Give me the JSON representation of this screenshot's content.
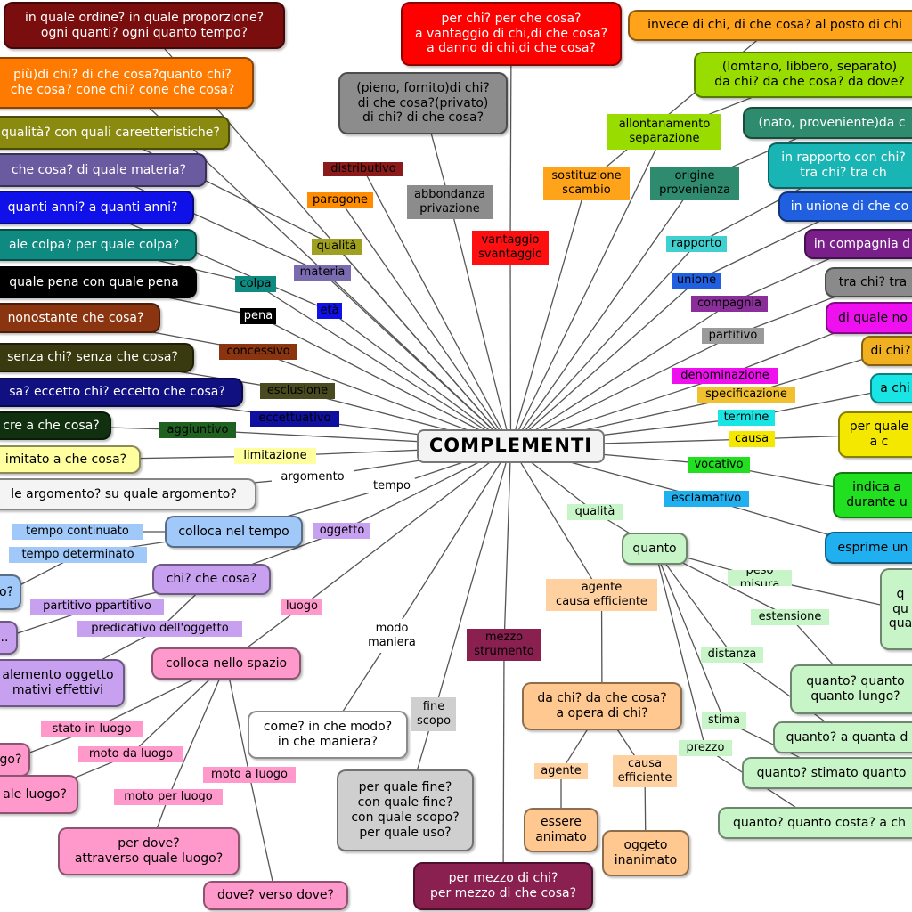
{
  "center": "COMPLEMENTI",
  "nodes": [
    {
      "id": "q-ordine",
      "text": "in quale ordine? in quale proporzione?\nogni quanti? ogni quanto tempo?",
      "bg": "#7a0e0e",
      "fg": "#ffffff",
      "kind": "box"
    },
    {
      "id": "q-vantaggio",
      "text": "per chi? per che cosa?\na vantaggio di chi,di che cosa?\na danno di chi,di che cosa?",
      "bg": "#ff0000",
      "fg": "#ffffff",
      "kind": "box"
    },
    {
      "id": "q-sostituzione",
      "text": "invece di chi, di che cosa? al posto di chi",
      "bg": "#ffa31a",
      "fg": "#000000",
      "kind": "box"
    },
    {
      "id": "q-paragone",
      "text": "più)di chi? di che cosa?quanto chi?\nche cosa? cone chi? cone che cosa?",
      "bg": "#ff7a00",
      "fg": "#ffffff",
      "kind": "box"
    },
    {
      "id": "q-abbondanza",
      "text": "(pieno, fornito)di chi?\ndi che cosa?(privato)\ndi chi? di che cosa?",
      "bg": "#8c8c8c",
      "fg": "#000000",
      "kind": "box"
    },
    {
      "id": "q-allontanamento",
      "text": "(lomtano, libbero, separato)\nda chi? da che cosa? da dove?",
      "bg": "#99dd00",
      "fg": "#000000",
      "kind": "box"
    },
    {
      "id": "q-origine",
      "text": "(nato, proveniente)da c",
      "bg": "#2e8b6e",
      "fg": "#ffffff",
      "kind": "box"
    },
    {
      "id": "q-qualita",
      "text": "qualità? con quali careetteristiche?",
      "bg": "#8a8a10",
      "fg": "#ffffff",
      "kind": "box"
    },
    {
      "id": "q-rapporto",
      "text": "in rapporto con chi?\ntra chi? tra ch",
      "bg": "#19b5b5",
      "fg": "#ffffff",
      "kind": "box"
    },
    {
      "id": "q-materia",
      "text": "che cosa? di quale materia?",
      "bg": "#6a5aa0",
      "fg": "#ffffff",
      "kind": "box"
    },
    {
      "id": "q-unione",
      "text": "in unione di che co",
      "bg": "#2060e0",
      "fg": "#ffffff",
      "kind": "box"
    },
    {
      "id": "q-eta",
      "text": "quanti anni? a quanti anni?",
      "bg": "#1010e8",
      "fg": "#ffffff",
      "kind": "box"
    },
    {
      "id": "q-compagnia",
      "text": "in compagnia d",
      "bg": "#7a1f8a",
      "fg": "#ffffff",
      "kind": "box"
    },
    {
      "id": "q-colpa",
      "text": "ale colpa? per quale colpa?",
      "bg": "#0e8a80",
      "fg": "#ffffff",
      "kind": "box"
    },
    {
      "id": "q-partitivo",
      "text": "tra chi? tra",
      "bg": "#8a8a8a",
      "fg": "#000000",
      "kind": "box"
    },
    {
      "id": "q-pena",
      "text": "quale pena con quale pena",
      "bg": "#000000",
      "fg": "#ffffff",
      "kind": "box"
    },
    {
      "id": "q-denominazione",
      "text": "di quale no",
      "bg": "#ee10ee",
      "fg": "#000000",
      "kind": "box"
    },
    {
      "id": "q-concessivo",
      "text": "nonostante che cosa?",
      "bg": "#8a3510",
      "fg": "#ffffff",
      "kind": "box"
    },
    {
      "id": "q-specificazione",
      "text": "di chi?",
      "bg": "#f0b020",
      "fg": "#000000",
      "kind": "box"
    },
    {
      "id": "q-esclusione",
      "text": "senza chi? senza che cosa?",
      "bg": "#3a3a10",
      "fg": "#ffffff",
      "kind": "box"
    },
    {
      "id": "q-termine",
      "text": "a chi",
      "bg": "#19e5e5",
      "fg": "#000000",
      "kind": "box"
    },
    {
      "id": "q-eccettuativo",
      "text": "sa? eccetto chi? eccetto che cosa?",
      "bg": "#101080",
      "fg": "#ffffff",
      "kind": "box"
    },
    {
      "id": "q-causa",
      "text": "per quale\na c",
      "bg": "#f5e800",
      "fg": "#000000",
      "kind": "box"
    },
    {
      "id": "q-aggiuntivo",
      "text": "cre a che cosa?",
      "bg": "#103010",
      "fg": "#ffffff",
      "kind": "box"
    },
    {
      "id": "q-vocativo",
      "text": "indica a\ndurante u",
      "bg": "#20e020",
      "fg": "#000000",
      "kind": "box"
    },
    {
      "id": "q-limitazione",
      "text": "imitato a che cosa?",
      "bg": "#ffffa0",
      "fg": "#000000",
      "kind": "box"
    },
    {
      "id": "q-argomento",
      "text": "le argomento? su quale argomento?",
      "bg": "#f4f4f4",
      "fg": "#000000",
      "kind": "box"
    },
    {
      "id": "q-esclamativo",
      "text": "esprime un",
      "bg": "#20b0f0",
      "fg": "#000000",
      "kind": "box"
    },
    {
      "id": "tempo-continuato",
      "text": "tempo continuato",
      "bg": "#a0c8f8",
      "fg": "#000000",
      "kind": "lbl"
    },
    {
      "id": "colloca-tempo",
      "text": "colloca nel tempo",
      "bg": "#a0c8f8",
      "fg": "#000000",
      "kind": "box"
    },
    {
      "id": "tempo-determinato",
      "text": "tempo determinato",
      "bg": "#a0c8f8",
      "fg": "#000000",
      "kind": "lbl"
    },
    {
      "id": "q-quando",
      "text": "o?",
      "bg": "#a0c8f8",
      "fg": "#000000",
      "kind": "box"
    },
    {
      "id": "q-quanto-misura",
      "text": "q\nqu\nqua",
      "bg": "#c8f5c8",
      "fg": "#000000",
      "kind": "box"
    },
    {
      "id": "chi-che-cosa",
      "text": "chi? che cosa?",
      "bg": "#c8a0f0",
      "fg": "#000000",
      "kind": "box"
    },
    {
      "id": "partitivo-ppartitivo",
      "text": "partitivo ppartitivo",
      "bg": "#c8a0f0",
      "fg": "#000000",
      "kind": "lbl"
    },
    {
      "id": "q-partitivo-sx",
      "text": "..",
      "bg": "#c8a0f0",
      "fg": "#000000",
      "kind": "box"
    },
    {
      "id": "predicativo",
      "text": "predicativo dell'oggetto",
      "bg": "#c8a0f0",
      "fg": "#000000",
      "kind": "lbl"
    },
    {
      "id": "q-predicativo",
      "text": "alemento oggetto\nmativi effettivi",
      "bg": "#c8a0f0",
      "fg": "#000000",
      "kind": "box"
    },
    {
      "id": "colloca-spazio",
      "text": "colloca nello spazio",
      "bg": "#ff99cc",
      "fg": "#000000",
      "kind": "box"
    },
    {
      "id": "stato-luogo",
      "text": "stato in luogo",
      "bg": "#ff99cc",
      "fg": "#000000",
      "kind": "lbl"
    },
    {
      "id": "q-stato",
      "text": "go?",
      "bg": "#ff99cc",
      "fg": "#000000",
      "kind": "box"
    },
    {
      "id": "moto-da-luogo",
      "text": "moto da luogo",
      "bg": "#ff99cc",
      "fg": "#000000",
      "kind": "lbl"
    },
    {
      "id": "q-moto-da",
      "text": "ale luogo?",
      "bg": "#ff99cc",
      "fg": "#000000",
      "kind": "box"
    },
    {
      "id": "moto-a-luogo",
      "text": "moto a luogo",
      "bg": "#ff99cc",
      "fg": "#000000",
      "kind": "lbl"
    },
    {
      "id": "moto-per-luogo",
      "text": "moto per luogo",
      "bg": "#ff99cc",
      "fg": "#000000",
      "kind": "lbl"
    },
    {
      "id": "q-moto-per",
      "text": "per dove?\nattraverso quale luogo?",
      "bg": "#ff99cc",
      "fg": "#000000",
      "kind": "box"
    },
    {
      "id": "q-moto-a",
      "text": "dove? verso dove?",
      "bg": "#ff99cc",
      "fg": "#000000",
      "kind": "box"
    },
    {
      "id": "q-modo",
      "text": "come? in che modo?\nin che maniera?",
      "bg": "#ffffff",
      "fg": "#000000",
      "kind": "box"
    },
    {
      "id": "q-fine",
      "text": "per quale fine?\ncon quale fine?\ncon quale scopo?\nper quale uso?",
      "bg": "#cfcfcf",
      "fg": "#000000",
      "kind": "box"
    },
    {
      "id": "q-mezzo",
      "text": "per mezzo di chi?\nper mezzo di che cosa?",
      "bg": "#8a2050",
      "fg": "#ffffff",
      "kind": "box"
    },
    {
      "id": "agente-causa",
      "text": "agente\ncausa efficiente",
      "bg": "#ffd0a0",
      "fg": "#000000",
      "kind": "lbl"
    },
    {
      "id": "q-agente",
      "text": "da chi? da che cosa?\na opera di chi?",
      "bg": "#ffc890",
      "fg": "#000000",
      "kind": "box"
    },
    {
      "id": "agente",
      "text": "agente",
      "bg": "#ffd0a0",
      "fg": "#000000",
      "kind": "lbl"
    },
    {
      "id": "causa-efficiente",
      "text": "causa\nefficiente",
      "bg": "#ffd0a0",
      "fg": "#000000",
      "kind": "lbl"
    },
    {
      "id": "essere-animato",
      "text": "essere\nanimato",
      "bg": "#ffc890",
      "fg": "#000000",
      "kind": "box"
    },
    {
      "id": "oggeto-inanimato",
      "text": "oggeto\ninanimato",
      "bg": "#ffc890",
      "fg": "#000000",
      "kind": "box"
    },
    {
      "id": "quanto",
      "text": "quanto",
      "bg": "#c8f5c8",
      "fg": "#000000",
      "kind": "box"
    },
    {
      "id": "q-estensione",
      "text": "quanto? quanto\nquanto lungo?",
      "bg": "#c8f5c8",
      "fg": "#000000",
      "kind": "box"
    },
    {
      "id": "q-distanza",
      "text": "quanto? a quanta d",
      "bg": "#c8f5c8",
      "fg": "#000000",
      "kind": "box"
    },
    {
      "id": "q-stima",
      "text": "quanto? stimato quanto",
      "bg": "#c8f5c8",
      "fg": "#000000",
      "kind": "box"
    },
    {
      "id": "q-prezzo",
      "text": "quanto? quanto costa? a ch",
      "bg": "#c8f5c8",
      "fg": "#000000",
      "kind": "box"
    }
  ],
  "labels": [
    {
      "id": "distributivo",
      "text": "distributivo",
      "bg": "#8b1a1a",
      "fg": "#000000"
    },
    {
      "id": "paragone",
      "text": "paragone",
      "bg": "#ff8c00",
      "fg": "#000000"
    },
    {
      "id": "abbondanza-privazione",
      "text": "abbondanza\nprivazione",
      "bg": "#8c8c8c",
      "fg": "#000000"
    },
    {
      "id": "vantaggio-svantaggio",
      "text": "vantaggio\nsvantaggio",
      "bg": "#ff1010",
      "fg": "#000000"
    },
    {
      "id": "sostituzione-scambio",
      "text": "sostituzione\nscambio",
      "bg": "#ffa31a",
      "fg": "#000000"
    },
    {
      "id": "allontanamento-separazione",
      "text": "allontanamento\nseparazione",
      "bg": "#99dd00",
      "fg": "#000000"
    },
    {
      "id": "origine-provenienza",
      "text": "origine\nprovenienza",
      "bg": "#2e8b6e",
      "fg": "#000000"
    },
    {
      "id": "qualita-lbl",
      "text": "qualità",
      "bg": "#a0a020",
      "fg": "#000000"
    },
    {
      "id": "materia",
      "text": "materia",
      "bg": "#7a6ab0",
      "fg": "#000000"
    },
    {
      "id": "eta",
      "text": "età",
      "bg": "#1010e8",
      "fg": "#000000"
    },
    {
      "id": "rapporto",
      "text": "rapporto",
      "bg": "#40d0d0",
      "fg": "#000000"
    },
    {
      "id": "colpa",
      "text": "colpa",
      "bg": "#0e8a80",
      "fg": "#000000"
    },
    {
      "id": "unione",
      "text": "unione",
      "bg": "#2060e0",
      "fg": "#000000"
    },
    {
      "id": "compagnia",
      "text": "compagnia",
      "bg": "#8a2f9a",
      "fg": "#000000"
    },
    {
      "id": "pena",
      "text": "pena",
      "bg": "#000000",
      "fg": "#ffffff"
    },
    {
      "id": "partitivo-lbl",
      "text": "partitivo",
      "bg": "#9a9a9a",
      "fg": "#000000"
    },
    {
      "id": "concessivo",
      "text": "concessivo",
      "bg": "#8a3510",
      "fg": "#000000"
    },
    {
      "id": "denominazione",
      "text": "denominazione",
      "bg": "#ee10ee",
      "fg": "#000000"
    },
    {
      "id": "specificazione",
      "text": "specificazione",
      "bg": "#f0c030",
      "fg": "#000000"
    },
    {
      "id": "esclusione",
      "text": "esclusione",
      "bg": "#4a4a20",
      "fg": "#000000"
    },
    {
      "id": "termine",
      "text": "termine",
      "bg": "#19e5e5",
      "fg": "#000000"
    },
    {
      "id": "eccettuativo",
      "text": "eccettuativo",
      "bg": "#1010a0",
      "fg": "#000000"
    },
    {
      "id": "causa-lbl",
      "text": "causa",
      "bg": "#f5e800",
      "fg": "#000000"
    },
    {
      "id": "aggiuntivo",
      "text": "aggiuntivo",
      "bg": "#206020",
      "fg": "#000000"
    },
    {
      "id": "vocativo",
      "text": "vocativo",
      "bg": "#20e020",
      "fg": "#000000"
    },
    {
      "id": "limitazione",
      "text": "limitazione",
      "bg": "#ffffa0",
      "fg": "#000000"
    },
    {
      "id": "esclamativo",
      "text": "esclamativo",
      "bg": "#20b0f0",
      "fg": "#000000"
    },
    {
      "id": "argomento",
      "text": "argomento",
      "bg": "#ffffff",
      "fg": "#000000"
    },
    {
      "id": "tempo",
      "text": "tempo",
      "bg": "#ffffff",
      "fg": "#000000"
    },
    {
      "id": "oggetto",
      "text": "oggetto",
      "bg": "#c8a0f0",
      "fg": "#000000"
    },
    {
      "id": "qualita-quanto",
      "text": "qualità",
      "bg": "#c8f5c8",
      "fg": "#000000"
    },
    {
      "id": "luogo",
      "text": "luogo",
      "bg": "#ff99cc",
      "fg": "#000000"
    },
    {
      "id": "modo-maniera",
      "text": "modo\nmaniera",
      "bg": "#ffffff",
      "fg": "#000000"
    },
    {
      "id": "mezzo-strumento",
      "text": "mezzo\nstrumento",
      "bg": "#8a2050",
      "fg": "#000000"
    },
    {
      "id": "fine-scopo",
      "text": "fine\nscopo",
      "bg": "#cfcfcf",
      "fg": "#000000"
    },
    {
      "id": "peso-misura",
      "text": "peso misura",
      "bg": "#c8f5c8",
      "fg": "#000000"
    },
    {
      "id": "estensione",
      "text": "estensione",
      "bg": "#c8f5c8",
      "fg": "#000000"
    },
    {
      "id": "distanza",
      "text": "distanza",
      "bg": "#c8f5c8",
      "fg": "#000000"
    },
    {
      "id": "stima",
      "text": "stima",
      "bg": "#c8f5c8",
      "fg": "#000000"
    },
    {
      "id": "prezzo",
      "text": "prezzo",
      "bg": "#c8f5c8",
      "fg": "#000000"
    }
  ],
  "edges": [
    [
      "center",
      "q-ordine"
    ],
    [
      "center",
      "distributivo"
    ],
    [
      "center",
      "paragone"
    ],
    [
      "center",
      "q-paragone"
    ],
    [
      "center",
      "abbondanza-privazione"
    ],
    [
      "center",
      "vantaggio-svantaggio"
    ],
    [
      "center",
      "sostituzione-scambio"
    ],
    [
      "center",
      "allontanamento-separazione"
    ],
    [
      "center",
      "origine-provenienza"
    ],
    [
      "center",
      "qualita-lbl"
    ],
    [
      "center",
      "materia"
    ],
    [
      "center",
      "eta"
    ],
    [
      "center",
      "rapporto"
    ],
    [
      "center",
      "colpa"
    ],
    [
      "center",
      "unione"
    ],
    [
      "center",
      "compagnia"
    ],
    [
      "center",
      "pena"
    ],
    [
      "center",
      "partitivo-lbl"
    ],
    [
      "center",
      "concessivo"
    ],
    [
      "center",
      "denominazione"
    ],
    [
      "center",
      "specificazione"
    ],
    [
      "center",
      "esclusione"
    ],
    [
      "center",
      "termine"
    ],
    [
      "center",
      "eccettuativo"
    ],
    [
      "center",
      "causa-lbl"
    ],
    [
      "center",
      "aggiuntivo"
    ],
    [
      "center",
      "vocativo"
    ],
    [
      "center",
      "limitazione"
    ],
    [
      "center",
      "esclamativo"
    ],
    [
      "center",
      "argomento"
    ],
    [
      "center",
      "tempo"
    ],
    [
      "center",
      "oggetto"
    ],
    [
      "center",
      "qualita-quanto"
    ],
    [
      "center",
      "luogo"
    ],
    [
      "center",
      "modo-maniera"
    ],
    [
      "center",
      "mezzo-strumento"
    ],
    [
      "center",
      "fine-scopo"
    ],
    [
      "center",
      "agente-causa"
    ],
    [
      "abbondanza-privazione",
      "q-abbondanza"
    ],
    [
      "vantaggio-svantaggio",
      "q-vantaggio"
    ],
    [
      "sostituzione-scambio",
      "q-sostituzione"
    ],
    [
      "allontanamento-separazione",
      "q-allontanamento"
    ],
    [
      "origine-provenienza",
      "q-origine"
    ],
    [
      "qualita-lbl",
      "q-qualita"
    ],
    [
      "materia",
      "q-materia"
    ],
    [
      "eta",
      "q-eta"
    ],
    [
      "rapporto",
      "q-rapporto"
    ],
    [
      "colpa",
      "q-colpa"
    ],
    [
      "unione",
      "q-unione"
    ],
    [
      "compagnia",
      "q-compagnia"
    ],
    [
      "pena",
      "q-pena"
    ],
    [
      "partitivo-lbl",
      "q-partitivo"
    ],
    [
      "concessivo",
      "q-concessivo"
    ],
    [
      "denominazione",
      "q-denominazione"
    ],
    [
      "specificazione",
      "q-specificazione"
    ],
    [
      "esclusione",
      "q-esclusione"
    ],
    [
      "termine",
      "q-termine"
    ],
    [
      "eccettuativo",
      "q-eccettuativo"
    ],
    [
      "causa-lbl",
      "q-causa"
    ],
    [
      "aggiuntivo",
      "q-aggiuntivo"
    ],
    [
      "vocativo",
      "q-vocativo"
    ],
    [
      "limitazione",
      "q-limitazione"
    ],
    [
      "esclamativo",
      "q-esclamativo"
    ],
    [
      "argomento",
      "q-argomento"
    ],
    [
      "tempo",
      "colloca-tempo"
    ],
    [
      "colloca-tempo",
      "tempo-continuato"
    ],
    [
      "colloca-tempo",
      "tempo-determinato"
    ],
    [
      "tempo-determinato",
      "q-quando"
    ],
    [
      "oggetto",
      "chi-che-cosa"
    ],
    [
      "chi-che-cosa",
      "partitivo-ppartitivo"
    ],
    [
      "chi-che-cosa",
      "predicativo"
    ],
    [
      "partitivo-ppartitivo",
      "q-partitivo-sx"
    ],
    [
      "predicativo",
      "q-predicativo"
    ],
    [
      "luogo",
      "colloca-spazio"
    ],
    [
      "colloca-spazio",
      "stato-luogo"
    ],
    [
      "colloca-spazio",
      "moto-da-luogo"
    ],
    [
      "colloca-spazio",
      "moto-per-luogo"
    ],
    [
      "colloca-spazio",
      "moto-a-luogo"
    ],
    [
      "stato-luogo",
      "q-stato"
    ],
    [
      "moto-da-luogo",
      "q-moto-da"
    ],
    [
      "moto-per-luogo",
      "q-moto-per"
    ],
    [
      "moto-a-luogo",
      "q-moto-a"
    ],
    [
      "modo-maniera",
      "q-modo"
    ],
    [
      "fine-scopo",
      "q-fine"
    ],
    [
      "mezzo-strumento",
      "q-mezzo"
    ],
    [
      "agente-causa",
      "q-agente"
    ],
    [
      "q-agente",
      "agente"
    ],
    [
      "q-agente",
      "causa-efficiente"
    ],
    [
      "agente",
      "essere-animato"
    ],
    [
      "causa-efficiente",
      "oggeto-inanimato"
    ],
    [
      "qualita-quanto",
      "quanto"
    ],
    [
      "quanto",
      "peso-misura"
    ],
    [
      "quanto",
      "estensione"
    ],
    [
      "quanto",
      "distanza"
    ],
    [
      "quanto",
      "stima"
    ],
    [
      "quanto",
      "prezzo"
    ],
    [
      "peso-misura",
      "q-quanto-misura"
    ],
    [
      "estensione",
      "q-estensione"
    ],
    [
      "distanza",
      "q-distanza"
    ],
    [
      "stima",
      "q-stima"
    ],
    [
      "prezzo",
      "q-prezzo"
    ]
  ]
}
